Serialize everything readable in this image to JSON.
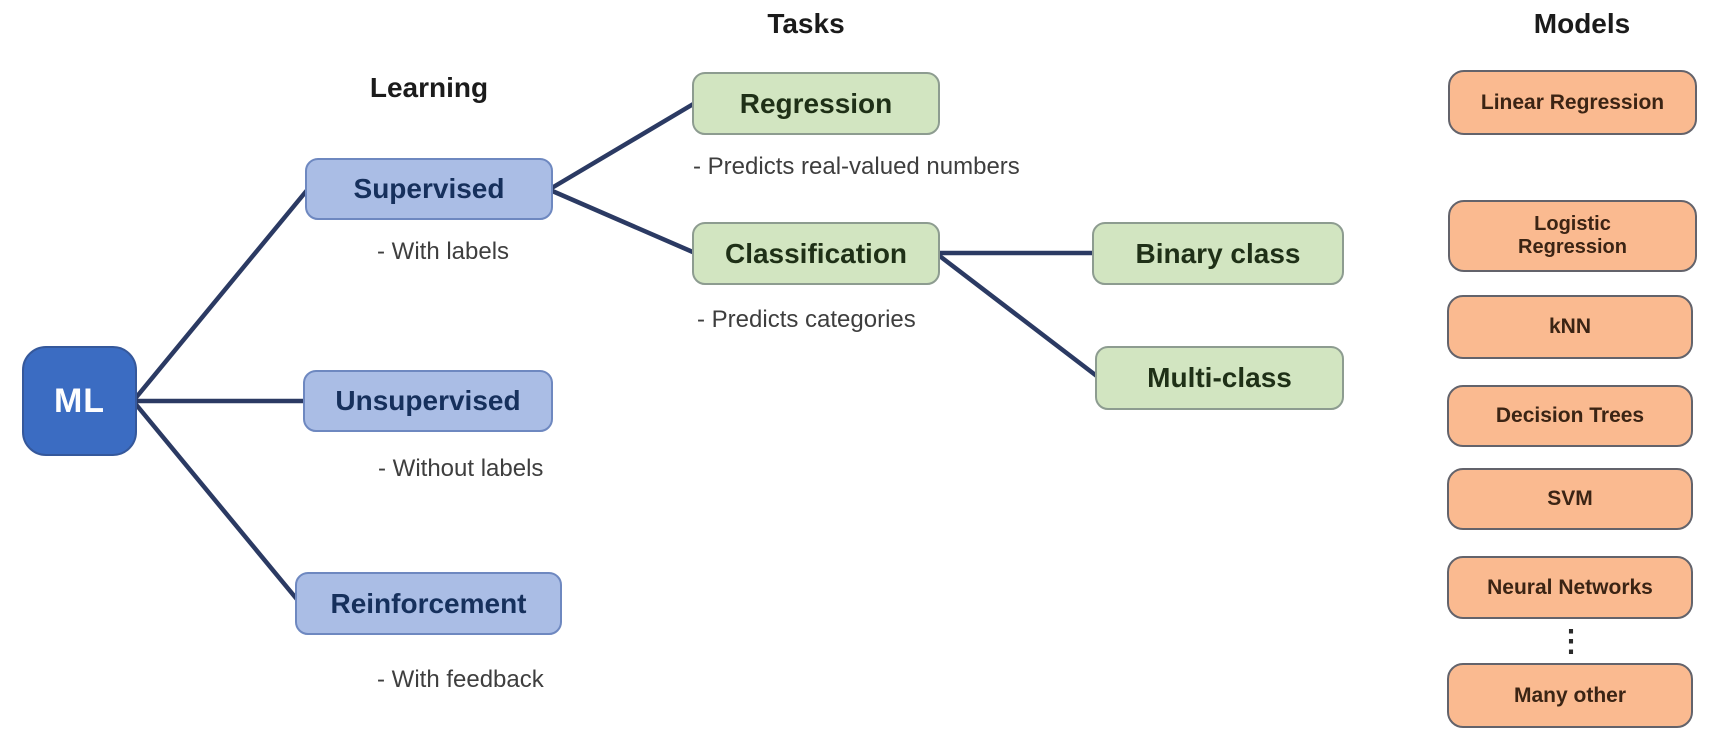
{
  "root": {
    "label": "ML"
  },
  "headers": {
    "learning": "Learning",
    "tasks": "Tasks",
    "models": "Models"
  },
  "learning": {
    "supervised": {
      "label": "Supervised",
      "note": "- With labels"
    },
    "unsupervised": {
      "label": "Unsupervised",
      "note": "- Without labels"
    },
    "reinforcement": {
      "label": "Reinforcement",
      "note": "- With feedback"
    }
  },
  "tasks": {
    "regression": {
      "label": "Regression",
      "note": "- Predicts real-valued numbers"
    },
    "classification": {
      "label": "Classification",
      "note": "- Predicts categories"
    },
    "binary": {
      "label": "Binary class"
    },
    "multi": {
      "label": "Multi-class"
    }
  },
  "models": {
    "items": [
      {
        "label": "Linear Regression"
      },
      {
        "label": "Logistic Regression"
      },
      {
        "label": "kNN"
      },
      {
        "label": "Decision Trees"
      },
      {
        "label": "SVM"
      },
      {
        "label": "Neural Networks"
      },
      {
        "label": "Many other"
      }
    ],
    "ellipsis": "⋮"
  },
  "colors": {
    "background": "#FFFFFF",
    "root_fill": "#3B6CC2",
    "root_text": "#FDFDFE",
    "learning_fill": "#AABDE5",
    "learning_border": "#6E88C0",
    "learning_text": "#16305C",
    "task_fill": "#D2E5C1",
    "task_border": "#8D9C90",
    "task_text": "#1F3017",
    "model_fill": "#FABA90",
    "model_border": "#63636B",
    "model_text": "#3B2414",
    "connector": "#2B3A63",
    "note_text": "#3E3E3E",
    "header_text": "#1B1B1B"
  }
}
